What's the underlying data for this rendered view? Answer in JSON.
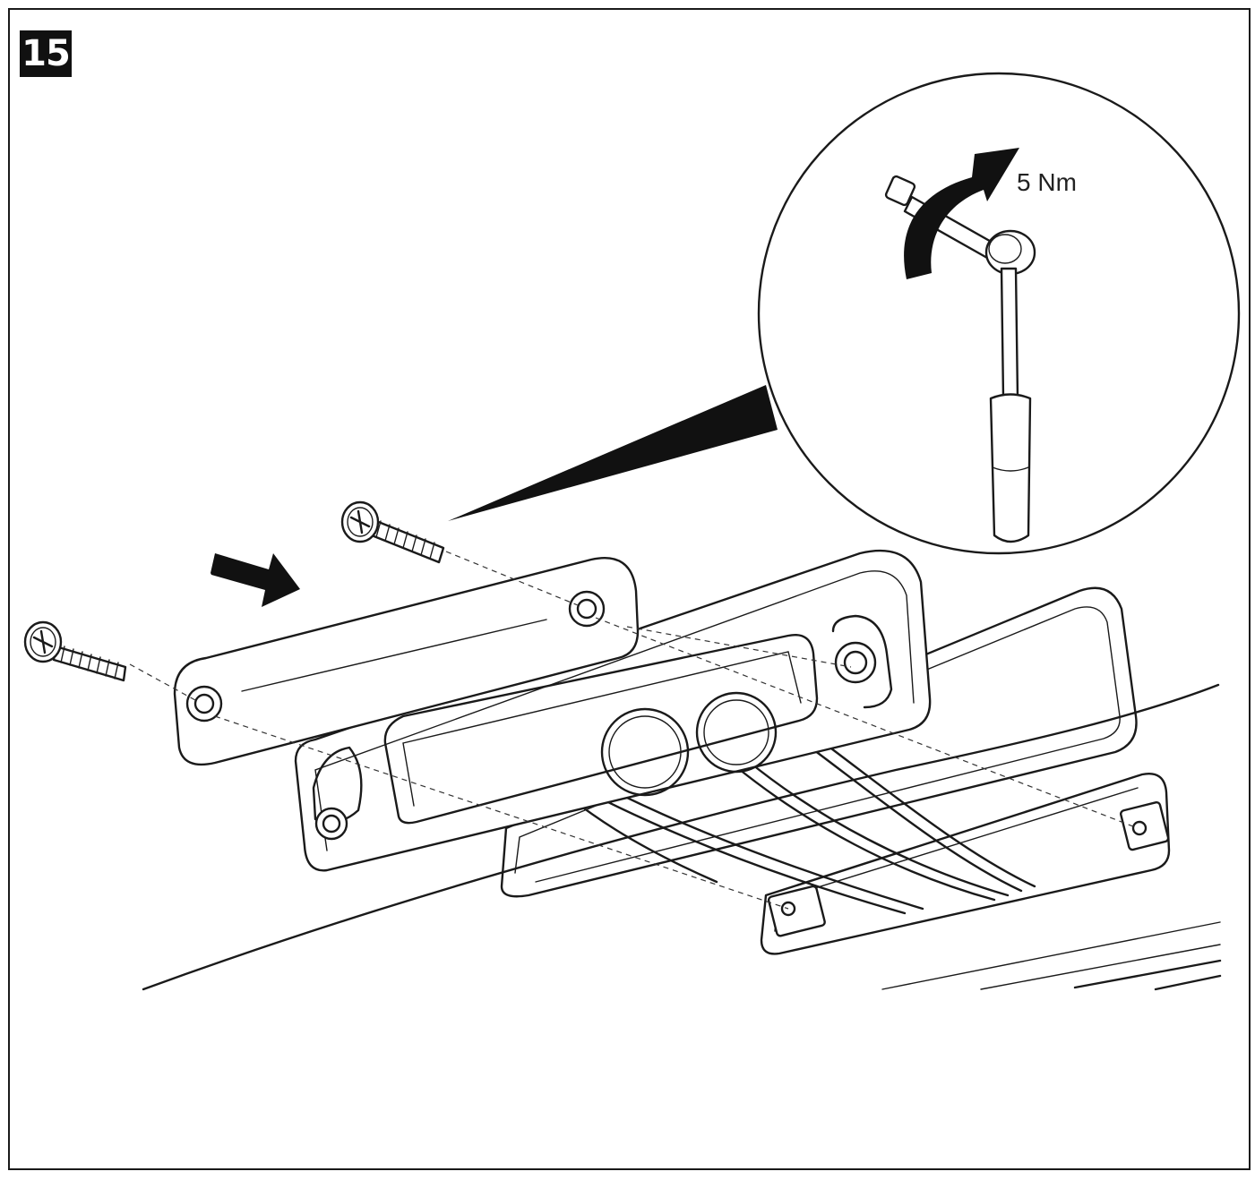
{
  "step": {
    "number": "15"
  },
  "detail": {
    "torque": "5 Nm"
  },
  "icons": {
    "step_badge": "step-number-badge",
    "wrench": "torque-wrench-icon",
    "rotate_arrow": "clockwise-arrow-icon",
    "push_arrow": "direction-arrow-icon"
  },
  "colors": {
    "ink": "#111111",
    "paper": "#ffffff"
  }
}
